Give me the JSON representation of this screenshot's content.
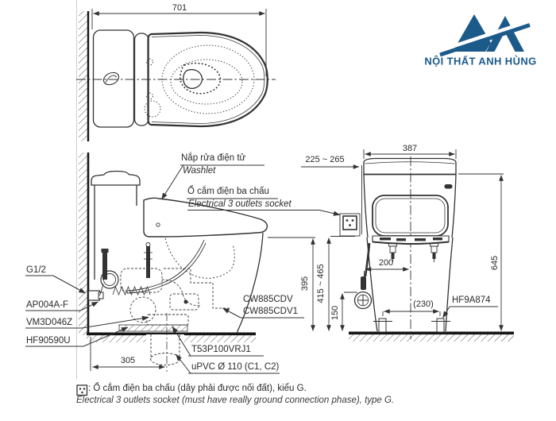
{
  "logo": {
    "text": "NỘI THẤT ANH HÙNG",
    "accent_color": "#1c5a8a"
  },
  "dimensions": {
    "top_width": "701",
    "tank_width": "387",
    "socket_offset": "225 ~ 265",
    "total_height": "645",
    "valve_offset": "200",
    "bowl_height": "395",
    "socket_height": "415 ~ 465",
    "valve_height": "150",
    "feet_span": "(230)",
    "drain_offset": "305"
  },
  "labels": {
    "washlet_vi": "Nắp rửa điện tử",
    "washlet_en": "Washlet",
    "socket_vi": "Ổ cắm điện ba chấu",
    "socket_en": "Electrical 3 outlets socket",
    "supply_thread": "G1/2",
    "stop_valve": "AP004A-F",
    "part_vm": "VM3D046Z",
    "part_hf": "HF90590U",
    "model_1": "CW885CDV",
    "model_2": "CW885CDV1",
    "drain_joint": "T53P100VRJ1",
    "drain_pipe": "uPVC Ø 110 (C1, C2)",
    "foot_part": "HF9A874"
  },
  "notes": {
    "vi": ": Ổ cắm điện ba chấu (dây phải được nối đất), kiểu G.",
    "en": "Electrical 3 outlets socket (must have really ground connection phase), type G."
  },
  "drawing_line_color": "#333333"
}
